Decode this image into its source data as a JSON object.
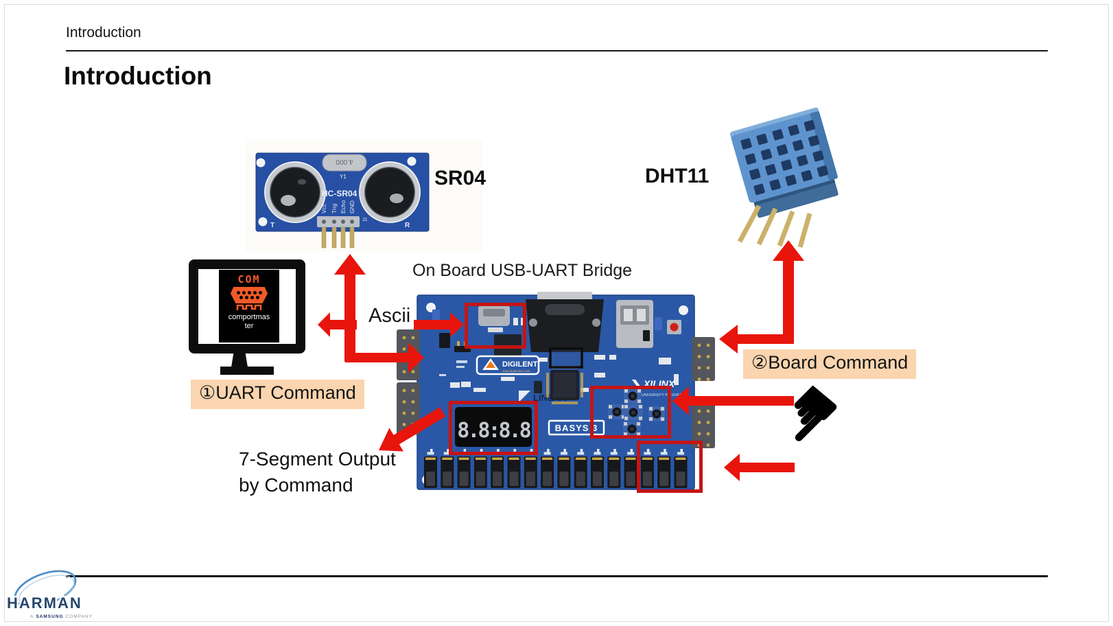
{
  "slide": {
    "header": "Introduction",
    "title": "Introduction"
  },
  "labels": {
    "sr04": "SR04",
    "dht11": "DHT11",
    "usb_uart_bridge": "On Board USB-UART Bridge",
    "ascii": "Ascii",
    "uart_command": "①UART Command",
    "board_command": "②Board Command",
    "seven_segment_line1": "7-Segment Output",
    "seven_segment_line2": "by Command"
  },
  "sr04_board": {
    "model": "HC-SR04",
    "crystal": "4.000",
    "crystal_ref": "Y1",
    "transmit_label": "T",
    "receive_label": "R",
    "header_ref": "J1",
    "pins": [
      "Vcc",
      "Trig",
      "Echo",
      "GND"
    ]
  },
  "monitor": {
    "icon_text": "COM",
    "app_name_line1": "comportmas",
    "app_name_line2": "ter"
  },
  "basys3": {
    "digilent": "DIGILENT",
    "digilent_url": "www.digilentinc.com",
    "linear": "LINEAR",
    "xilinx": "XILINX",
    "xilinx_sub": "| UNIVERSITY PROGRAM",
    "product": "BASYS 3",
    "seven_segment_value": "8.8:8.8"
  },
  "footer": {
    "brand": "HARMAN",
    "tagline_a": "A",
    "tagline_samsung": "SAMSUNG",
    "tagline_company": "COMPANY"
  },
  "icons": {
    "pointing_hand": "☛"
  },
  "colors": {
    "arrow_red": "#E8150C",
    "annotation_red": "#C51414",
    "label_peach": "#FAD5AF",
    "board_blue": "#2A58A6",
    "monitor_accent_orange": "#F15A29",
    "harman_navy": "#27476E"
  }
}
